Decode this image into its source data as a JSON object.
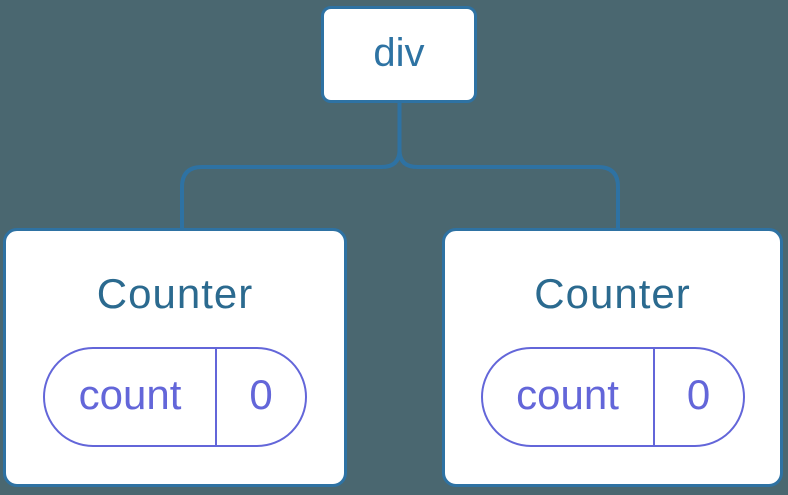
{
  "diagram": {
    "root": {
      "label": "div"
    },
    "children": [
      {
        "title": "Counter",
        "state": {
          "key": "count",
          "value": "0"
        }
      },
      {
        "title": "Counter",
        "state": {
          "key": "count",
          "value": "0"
        }
      }
    ]
  },
  "colors": {
    "background": "#4A6770",
    "connector": "#2E72A3",
    "node-border": "#2E72A3",
    "node-label": "#2E73A3",
    "card-title": "#2B6A8F",
    "state": "#6366D9",
    "card-bg": "#FFFFFF"
  }
}
